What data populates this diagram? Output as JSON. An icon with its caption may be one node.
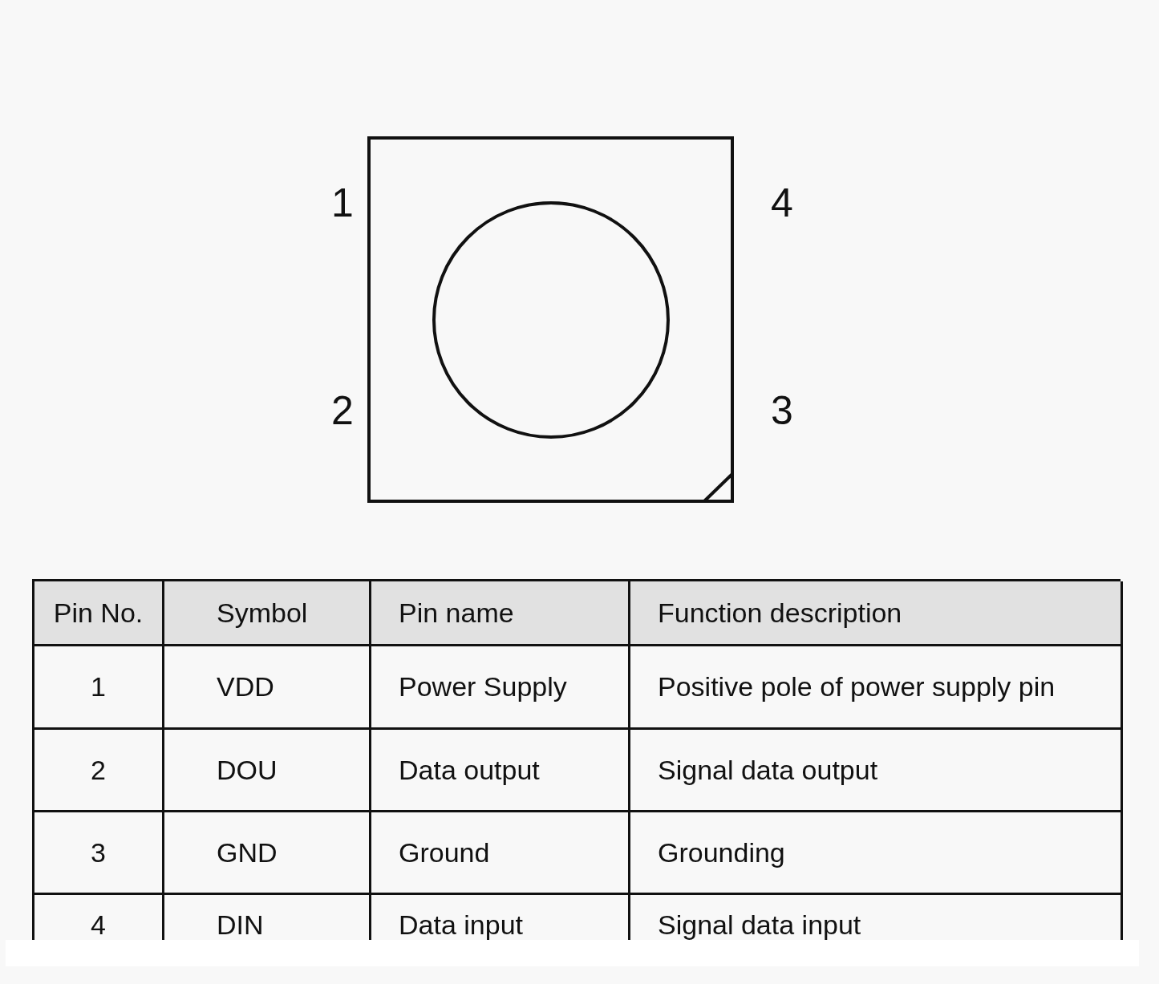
{
  "diagram": {
    "labels": [
      "1",
      "4",
      "2",
      "3",
      "Pin No.",
      "Symbol",
      "Pin name",
      "Function description",
      "1",
      "VDD",
      "Power Supply",
      "Positive pole of power supply pin",
      "2",
      "DOU",
      "Data output",
      "Signal data output",
      "3",
      "GND",
      "Ground",
      "Grounding",
      "4",
      "DIN",
      "Data input",
      "Signal data input"
    ]
  }
}
